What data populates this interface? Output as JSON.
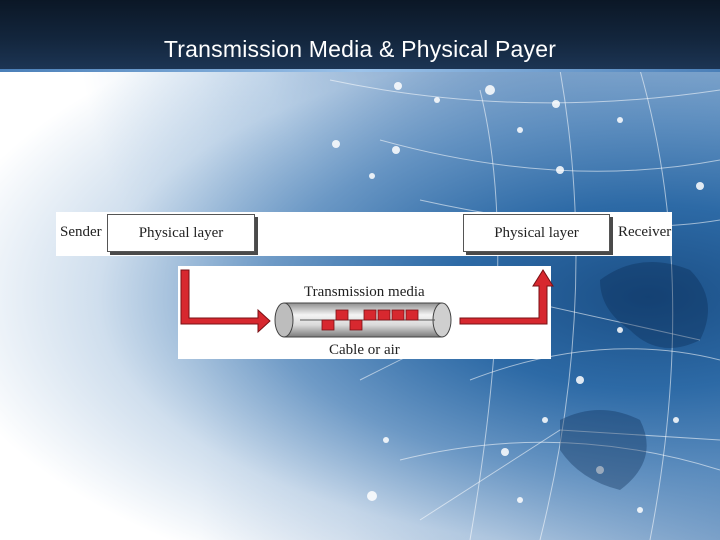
{
  "slide": {
    "title": "Transmission Media & Physical Payer"
  },
  "diagram": {
    "sender_label": "Sender",
    "receiver_label": "Receiver",
    "sender_layer_label": "Physical layer",
    "receiver_layer_label": "Physical layer",
    "media_label": "Transmission media",
    "media_sublabel": "Cable or air",
    "signal_bits": [
      0,
      1,
      0,
      1,
      1,
      1,
      1
    ],
    "arrow_color": "#d7282f",
    "signal_color": "#d7282f"
  },
  "colors": {
    "title_bar": "#13263d",
    "title_text": "#ffffff",
    "background_accent": "#2d6aa6"
  }
}
